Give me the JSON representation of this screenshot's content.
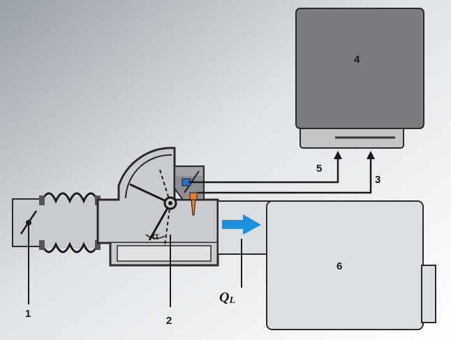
{
  "labels": {
    "n1": "1",
    "n2": "2",
    "n3": "3",
    "n4": "4",
    "n5": "5",
    "n6": "6",
    "alpha": "α",
    "ql_main": "Q",
    "ql_sub": "L"
  },
  "colors": {
    "body_fill": "#c9ccce",
    "body_stroke": "#2a2a2a",
    "ecu_fill": "#7b7c80",
    "ecu_base_fill": "#c2c4c6",
    "sensor_fill": "#8d8f92",
    "air_arrow": "#1e90e0",
    "sensor_blue": "#2a6fd0",
    "sensor_orange": "#f07a1e"
  },
  "icons": {
    "air_flow": "arrow-right-icon",
    "signal_up": "arrow-up-icon"
  }
}
